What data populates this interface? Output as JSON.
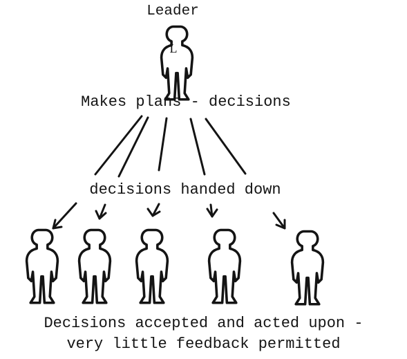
{
  "leader": {
    "title": "Leader",
    "badge": "L"
  },
  "labels": {
    "plans": "Makes plans - decisions",
    "handed_down": "decisions handed down",
    "outcome_line1": "Decisions accepted and acted upon -",
    "outcome_line2": "very little feedback permitted"
  },
  "followers": {
    "count": 5
  }
}
